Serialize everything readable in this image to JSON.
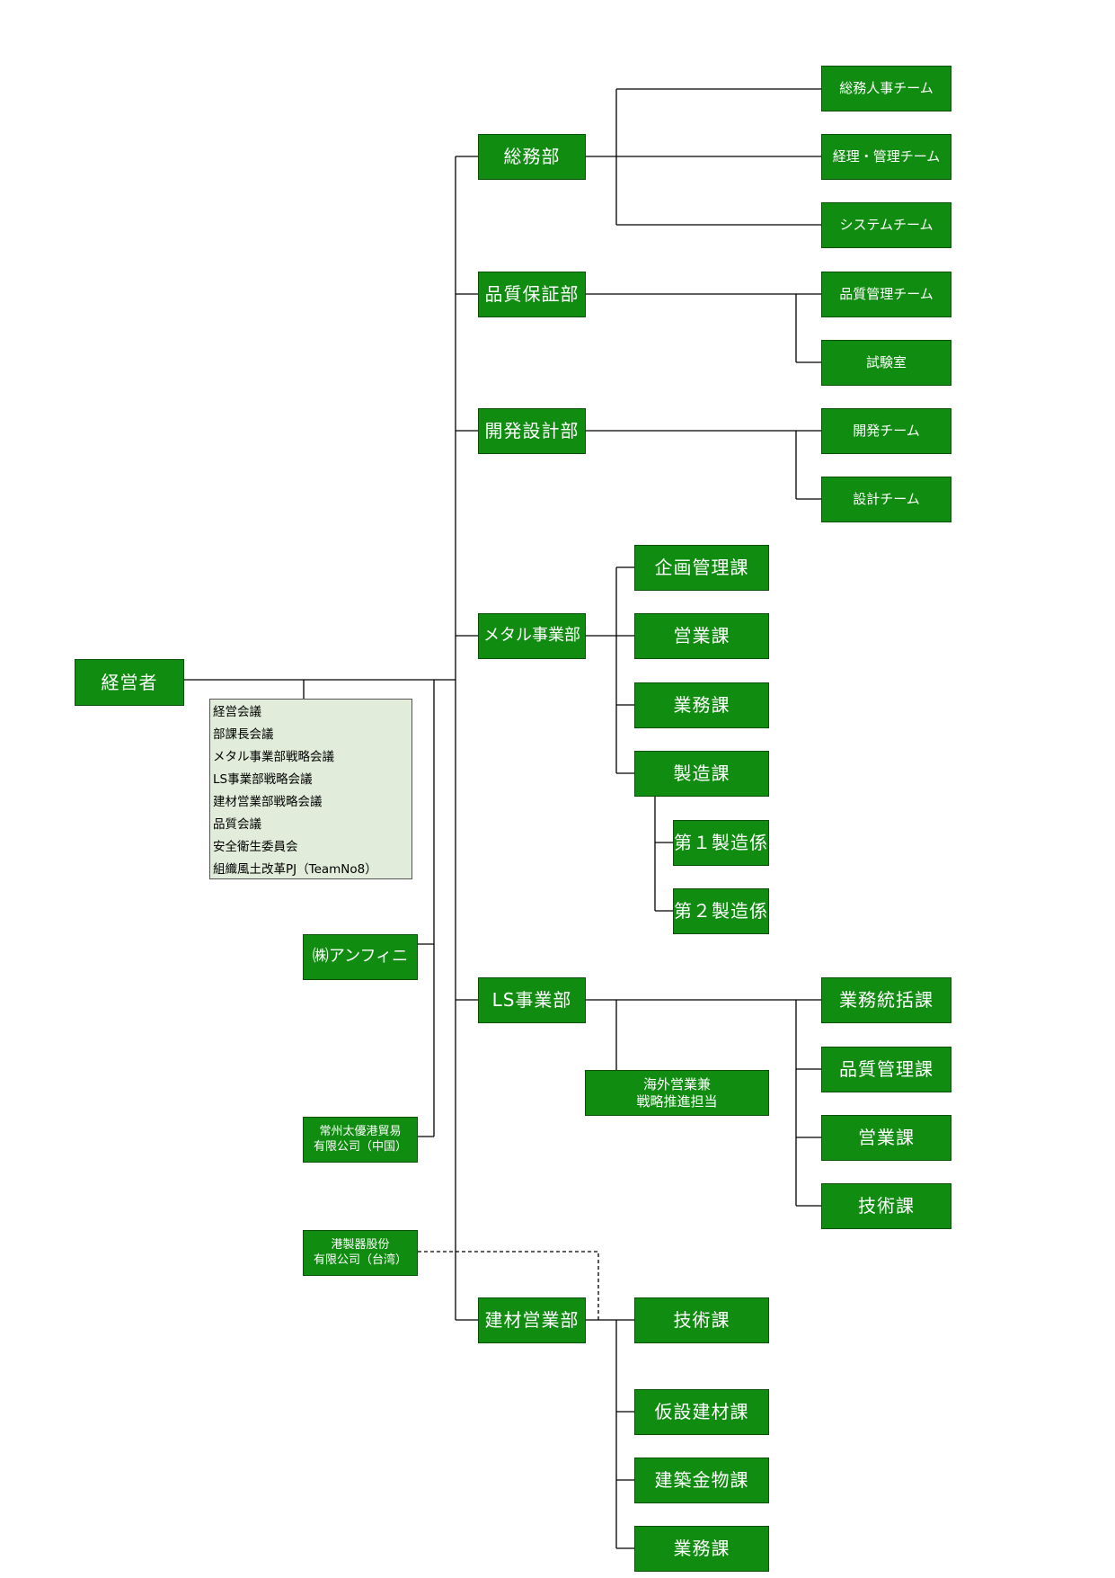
{
  "ceo": "経営者",
  "meetings": [
    "経営会議",
    "部課長会議",
    "メタル事業部戦略会議",
    "LS事業部戦略会議",
    "建材営業部戦略会議",
    "品質会議",
    "安全衛生委員会",
    "組織風土改革PJ（TeamNo8）"
  ],
  "affiliates": {
    "amphini": "㈱アンフィニ",
    "changzhou": [
      "常州太優港貿易",
      "有限公司（中国）"
    ],
    "taiwan": [
      "港製器股份",
      "有限公司（台湾）"
    ]
  },
  "departments": {
    "general_affairs": {
      "name": "総務部",
      "teams": [
        "総務人事チーム",
        "経理・管理チーム",
        "システムチーム"
      ]
    },
    "quality_assurance": {
      "name": "品質保証部",
      "teams": [
        "品質管理チーム",
        "試験室"
      ]
    },
    "development": {
      "name": "開発設計部",
      "teams": [
        "開発チーム",
        "設計チーム"
      ]
    },
    "metal": {
      "name": "メタル事業部",
      "sections": [
        "企画管理課",
        "営業課",
        "業務課",
        "製造課"
      ],
      "manufacturing_subsections": [
        "第１製造係",
        "第２製造係"
      ]
    },
    "ls": {
      "name": "LS事業部",
      "overseas": [
        "海外営業兼",
        "戦略推進担当"
      ],
      "sections": [
        "業務統括課",
        "品質管理課",
        "営業課",
        "技術課"
      ]
    },
    "building_materials": {
      "name": "建材営業部",
      "sections": [
        "技術課",
        "仮設建材課",
        "建築金物課",
        "業務課"
      ]
    }
  }
}
